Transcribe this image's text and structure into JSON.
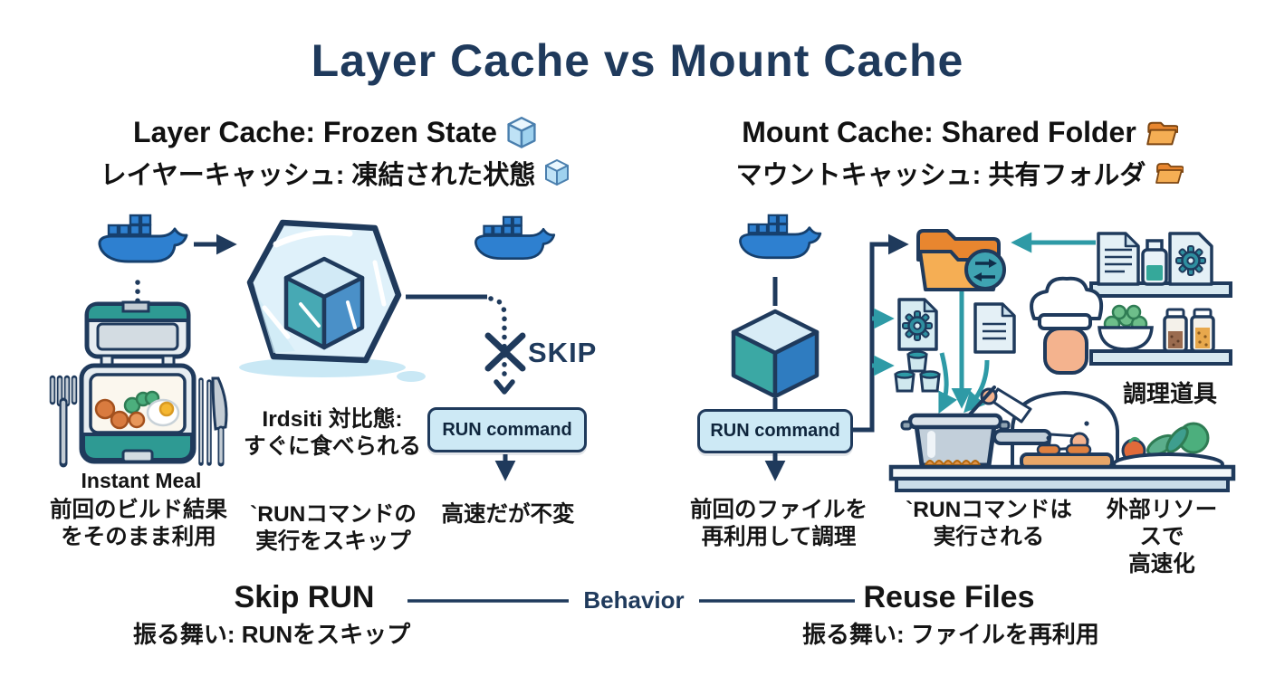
{
  "title": "Layer Cache vs Mount Cache",
  "left_panel": {
    "heading_en": "Layer Cache: Frozen State",
    "heading_ja": "レイヤーキャッシュ: 凍結された状態",
    "skip_label": "SKIP",
    "run_command_label": "RUN command",
    "instant_meal_label": "Instant Meal",
    "caption_build_result": "前回のビルド結果\nをそのまま利用",
    "caption_state": "Irdsiti 対比態:\nすぐに食べられる",
    "caption_run_skip": "`RUNコマンドの\n実行をスキップ",
    "caption_fast": "高速だが不変"
  },
  "right_panel": {
    "heading_en": "Mount Cache: Shared Folder",
    "heading_ja": "マウントキャッシュ: 共有フォルダ",
    "run_command_label": "RUN command",
    "caption_reuse": "前回のファイルを\n再利用して調理",
    "caption_run_exec": "`RUNコマンドは\n実行される",
    "caption_external": "外部リソースで\n高速化",
    "cooking_tools_label": "調理道具"
  },
  "footer": {
    "left_label": "Skip RUN",
    "center_label": "Behavior",
    "right_label": "Reuse Files",
    "left_caption_ja": "振る舞い: RUNをスキップ",
    "right_caption_ja": "振る舞い: ファイルを再利用"
  },
  "icons": {
    "left_heading_icon": "ice-cube-icon",
    "right_heading_icon": "open-folder-icon",
    "diagram_icons": [
      "docker-whale-icon",
      "frozen-ice-cube-icon",
      "image-layer-cube-icon",
      "cooler-lunchbox-icon",
      "fork-icon",
      "knife-icon",
      "skip-x-icon",
      "shared-folder-icon",
      "sync-icon",
      "gear-file-icon",
      "containers-icon",
      "document-icon",
      "chef-icon",
      "cooking-pot-icon",
      "kitchen-shelf-icon",
      "salad-bowl-icon",
      "spice-jar-icon",
      "vegetable-plate-icon"
    ]
  },
  "colors": {
    "title_navy": "#1f3a5c",
    "text_black": "#151515",
    "docker_blue": "#2e80d0",
    "teal_accent": "#2e9aa6",
    "ice_fill": "#dff1fa",
    "run_box_fill": "#cde9f5",
    "folder_orange": "#f5ae54",
    "cooler_teal": "#2e9a93"
  }
}
